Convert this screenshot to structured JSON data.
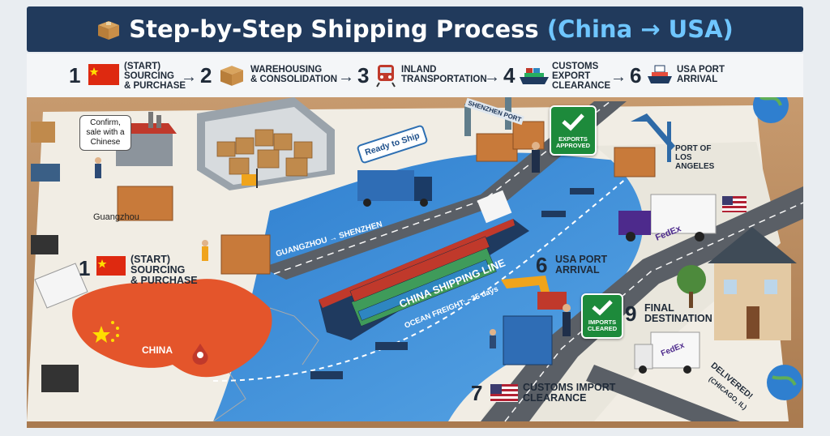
{
  "header": {
    "title_main": "Step-by-Step Shipping Process",
    "title_route": "(China → USA)"
  },
  "steps": [
    {
      "num": "1",
      "line1": "(START)",
      "line2": "SOURCING",
      "line3": "& PURCHASE",
      "icon": "china-flag-icon"
    },
    {
      "num": "2",
      "line1": "WAREHOUSING",
      "line2": "& CONSOLIDATION",
      "line3": "",
      "icon": "box-icon"
    },
    {
      "num": "3",
      "line1": "INLAND",
      "line2": "TRANSPORTATION",
      "line3": "",
      "icon": "train-icon"
    },
    {
      "num": "4",
      "line1": "CUSTOMS",
      "line2": "EXPORT",
      "line3": "CLEARANCE",
      "icon": "ship-icon"
    },
    {
      "num": "6",
      "line1": "USA PORT",
      "line2": "ARRIVAL",
      "line3": "",
      "icon": "ship-icon"
    }
  ],
  "arrow_glyph": "→",
  "scene": {
    "callout": "Confirm, sale with a Chinese",
    "guangzhou": "Guangzhou",
    "ready_sign": "Ready to Ship",
    "route_label": "GUANGZHOU → SHENZHEN",
    "port_gate": "SHENZHEN PORT",
    "exports_badge": "EXPORTS APPROVED",
    "port_la": "PORT OF LOS ANGELES",
    "ship_name": "CHINA SHIPPING LINE",
    "freight": "OCEAN FREIGHT: ~35 days",
    "china": "CHINA",
    "imports_badge": "IMPORTS CLEARED",
    "truck_brand": "FedEx",
    "delivered": "DELIVERED!",
    "delivered_city": "(CHICAGO, IL)",
    "step1": {
      "num": "1",
      "line1": "(START)",
      "line2": "SOURCING",
      "line3": "& PURCHASE"
    },
    "step6": {
      "num": "6",
      "line1": "USA PORT",
      "line2": "ARRIVAL"
    },
    "step7": {
      "num": "7",
      "line1": "CUSTOMS IMPORT",
      "line2": "CLEARANCE"
    },
    "step9": {
      "num": "9",
      "line1": "FINAL",
      "line2": "DESTINATION"
    }
  },
  "colors": {
    "header_bg": "#213a5c",
    "title_accent": "#6fc6ff",
    "ocean": "#3b8ed6",
    "china": "#e4552b",
    "badge_green": "#1d8a3b"
  }
}
